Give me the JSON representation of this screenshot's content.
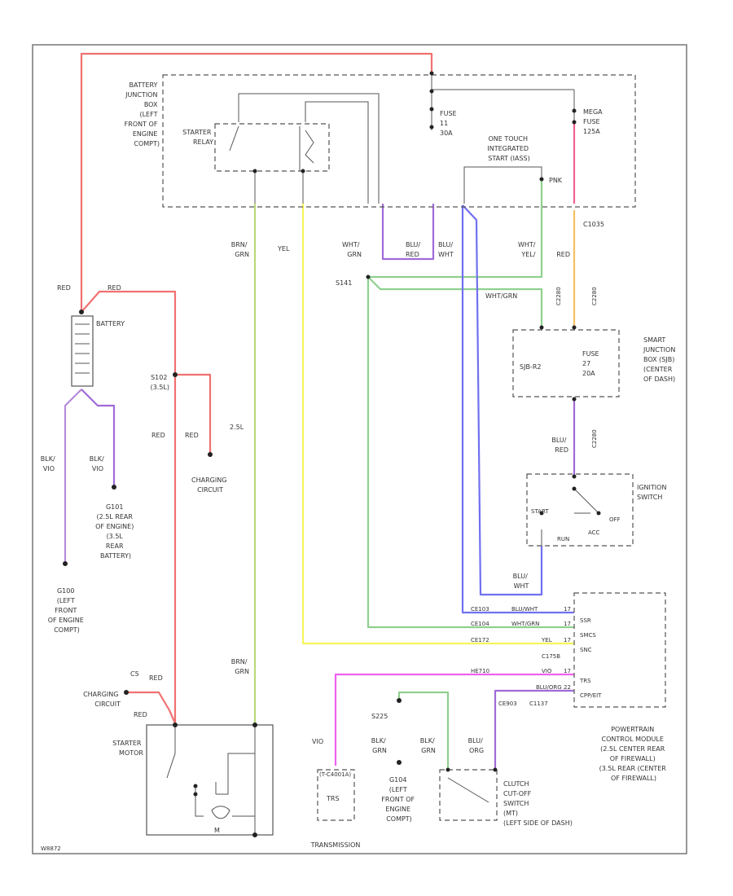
{
  "colors": {
    "red": "#f07070",
    "yellow": "#f5f55a",
    "green_yellow": "#bcd77a",
    "green": "#8fd08f",
    "blue": "#7070f0",
    "purple": "#a06ad8",
    "violet": "#b58ad8",
    "magenta": "#f060f0",
    "orange": "#f5c060",
    "pink": "#f06090",
    "gray": "#999999"
  },
  "labels": {
    "bjb": [
      "BATTERY",
      "JUNCTION",
      "BOX",
      "(LEFT",
      "FRONT OF",
      "ENGINE",
      "COMPT)"
    ],
    "starter_relay": [
      "STARTER",
      "RELAY"
    ],
    "fuse_11": [
      "FUSE",
      "11",
      "30A"
    ],
    "mega_fuse": [
      "MEGA",
      "FUSE",
      "125A"
    ],
    "one_touch": [
      "ONE TOUCH",
      "INTEGRATED",
      "START (IASS)"
    ],
    "pnk": "PNK",
    "c1035": "C1035",
    "brn_grn_top": [
      "BRN/",
      "GRN"
    ],
    "yel_top": "YEL",
    "wht_grn_top": [
      "WHT/",
      "GRN"
    ],
    "blu_red": [
      "BLU/",
      "RED"
    ],
    "blu_wht_top": [
      "BLU/",
      "WHT"
    ],
    "wht_yel_red": [
      "WHT/",
      "YEL/",
      "RED"
    ],
    "s141": "S141",
    "wht_grn_mid": "WHT/GRN",
    "red_1": "RED",
    "red_2": "RED",
    "battery": "BATTERY",
    "c2280": "C2280",
    "c2280b": "C2280",
    "sjb": [
      "SMART",
      "JUNCTION",
      "BOX (SJB)",
      "(CENTER",
      "OF DASH)"
    ],
    "sjb_r2": "SJB-R2",
    "fuse_27": [
      "FUSE",
      "27",
      "20A"
    ],
    "s102": [
      "S102",
      "(3.5L)"
    ],
    "g2_5l": "2.5L",
    "red_red": [
      "RED",
      "RED"
    ],
    "charging_circuit_1": [
      "CHARGING",
      "CIRCUIT"
    ],
    "blk_1": [
      "BLK/",
      "VIO"
    ],
    "blk_2": [
      "BLK/",
      "VIO"
    ],
    "g101": [
      "G101",
      "(2.5L REAR",
      "OF ENGINE)",
      "(3.5L",
      "REAR",
      "BATTERY)"
    ],
    "g100": [
      "G100",
      "(LEFT",
      "FRONT",
      "OF ENGINE",
      "COMPT)"
    ],
    "blu_red_2": [
      "BLU/",
      "RED"
    ],
    "c2280c": "C2280",
    "ignition_switch": [
      "IGNITION",
      "SWITCH"
    ],
    "start": "START",
    "run": "RUN",
    "off": "OFF",
    "acc": "ACC",
    "blu_wht_2": [
      "BLU/",
      "WHT"
    ],
    "pcm_row1": [
      "CE103",
      "BLU/WHT",
      "17"
    ],
    "pcm_row2": [
      "CE104",
      "WHT/GRN",
      "17"
    ],
    "pcm_row3": [
      "CE172",
      "",
      "YEL",
      "17"
    ],
    "pcm_row4": [
      "",
      "C175B",
      ""
    ],
    "pcm_row5": [
      "HE710",
      "",
      "VIO",
      "17"
    ],
    "pcm_row6": [
      "",
      "BLU/ORG",
      "22"
    ],
    "pcm_row7": [
      "CE903",
      "C1137",
      ""
    ],
    "pcm_sigs": [
      "SSR",
      "SMCS",
      "SNC",
      "",
      "TRS",
      "CPP/EIT"
    ],
    "pcm": [
      "POWERTRAIN",
      "CONTROL MODULE",
      "(2.5L CENTER REAR",
      "OF FIREWALL)",
      "(3.5L REAR (CENTER",
      "OF FIREWALL)"
    ],
    "c_red": [
      "C5",
      "RED"
    ],
    "charging_circuit_2": [
      "CHARGING",
      "CIRCUIT"
    ],
    "red_3": "RED",
    "brn_grn_bot": [
      "BRN/",
      "GRN"
    ],
    "starter_motor": [
      "STARTER",
      "MOTOR"
    ],
    "s225": "S225",
    "vio": "VIO",
    "blk_grn": [
      "BLK/",
      "GRN"
    ],
    "blk_grn_2": [
      "BLK/",
      "GRN"
    ],
    "blu_org": [
      "BLU/",
      "ORG"
    ],
    "g104": [
      "G104",
      "(LEFT",
      "FRONT OF",
      "ENGINE",
      "COMPT)"
    ],
    "trs_plug": "(T-C4001A)",
    "trs": "TRS",
    "clutch": [
      "CLUTCH",
      "CUT-OFF",
      "SWITCH",
      "(MT)",
      "(LEFT SIDE OF DASH)"
    ],
    "transmission": "TRANSMISSION",
    "m": "M",
    "footer": "W8872"
  }
}
